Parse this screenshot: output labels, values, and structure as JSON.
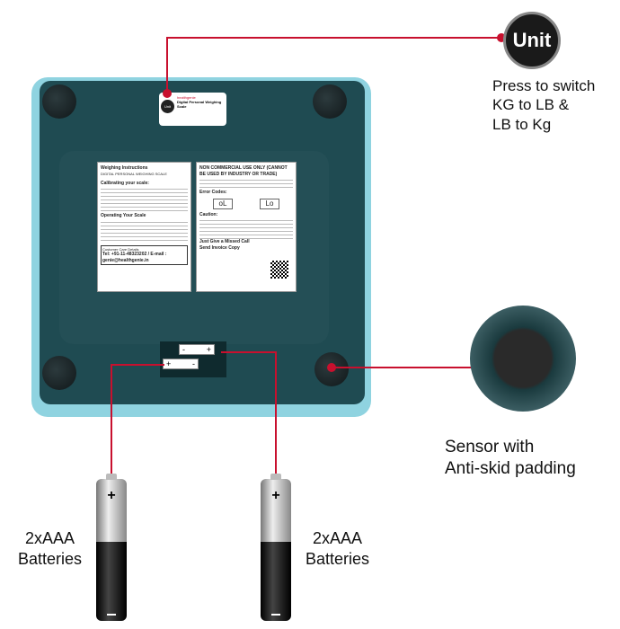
{
  "unit_button": {
    "label": "Unit",
    "caption": [
      "Press to switch",
      "KG to LB &",
      "LB to Kg"
    ]
  },
  "sensor": {
    "caption": [
      "Sensor with",
      "Anti-skid padding"
    ]
  },
  "batteries": [
    {
      "caption": [
        "2xAAA",
        "Batteries"
      ]
    },
    {
      "caption": [
        "2xAAA",
        "Batteries"
      ]
    }
  ],
  "scale_label": {
    "brand": "healthgenie",
    "title": "Digital Personal Weighing Scale",
    "unit": "Unit"
  },
  "sheet_left": {
    "title": "Weighing Instructions",
    "subtitle": "DIGITAL PERSONAL WEIGHING SCALE",
    "h1": "Calibrating your scale:",
    "h2": "Operating Your Scale",
    "care": "Customer Care Details",
    "contact": "Tel: +91-11-48323202 / E-mail : genie@healthgenie.in"
  },
  "sheet_right": {
    "title": "NON COMMERCIAL USE ONLY (CANNOT BE USED BY INDUSTRY OR TRADE)",
    "h1": "Error Codes:",
    "codes": [
      "oL",
      "Lo"
    ],
    "h2": "Caution:",
    "missed": "Just Give a Missed Call",
    "invoice": "Send Invoice Copy"
  },
  "polarity": {
    "minus": "-",
    "plus": "+"
  },
  "colors": {
    "accent": "#c8102e",
    "scale_body": "#1f4b52",
    "scale_edge": "#8fd3e0"
  }
}
